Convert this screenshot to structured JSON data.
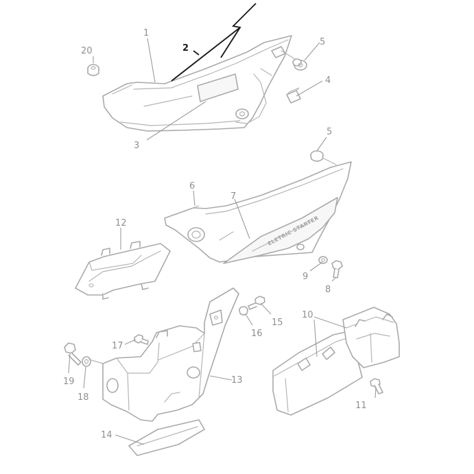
{
  "callouts": {
    "c1": "1",
    "c2": "2",
    "c3": "3",
    "c4": "4",
    "c5a": "5",
    "c5b": "5",
    "c6": "6",
    "c7": "7",
    "c8": "8",
    "c9": "9",
    "c10": "10",
    "c11": "11",
    "c12": "12",
    "c13": "13",
    "c14": "14",
    "c15": "15",
    "c16": "16",
    "c17": "17",
    "c18": "18",
    "c19": "19",
    "c20": "20"
  },
  "decal_text": "ELETRIC STARTER",
  "colors": {
    "line": "#a9a9a9",
    "label": "#8f8f8f",
    "highlight_leader": "#1a1a1a"
  }
}
